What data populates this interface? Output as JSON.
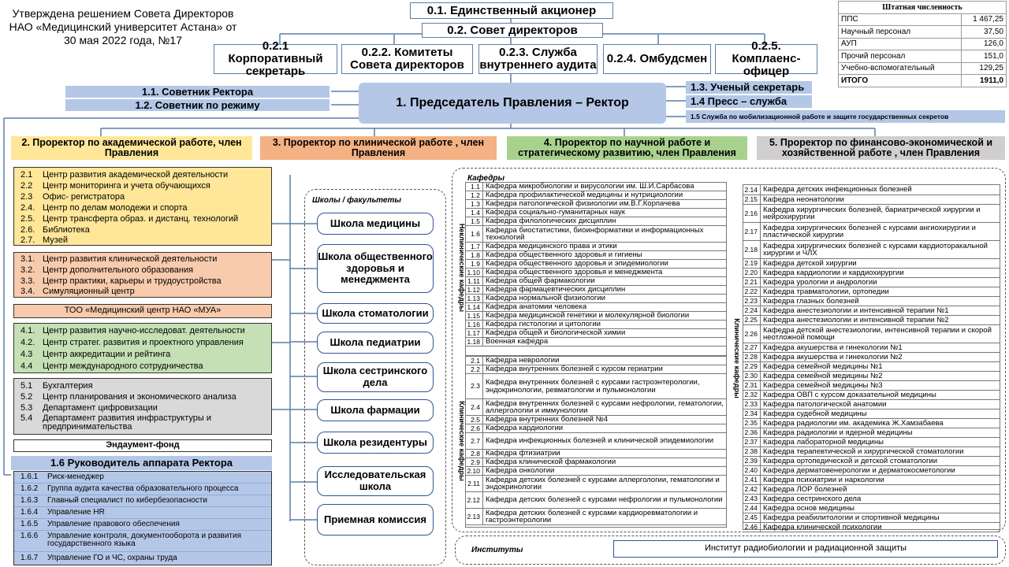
{
  "approval": [
    "Утверждена решением Совета Директоров",
    "НАО «Медицинский университет Астана» от",
    "30 мая 2022 года, №17"
  ],
  "top": {
    "shareholder": "0.1. Единственный акционер",
    "board": "0.2. Совет директоров",
    "subs": [
      "0.2.1 Корпоративный секретарь",
      "0.2.2. Комитеты Совета директоров",
      "0.2.3. Служба внутреннего аудита",
      "0.2.4. Омбудсмен",
      "0.2.5. Комплаенс-офицер"
    ]
  },
  "chair": "1. Председатель Правления – Ректор",
  "advisors": [
    "1.1. Советник Ректора",
    "1.2. Советник по режиму"
  ],
  "right_units": [
    "1.3. Ученый секретарь",
    "1.4 Пресс – служба",
    "1.5 Служба по мобилизационной работе и защите государственных секретов"
  ],
  "staff": {
    "title": "Штатная численность",
    "rows": [
      [
        "ППС",
        "1 467,25"
      ],
      [
        "Научный персонал",
        "37,50"
      ],
      [
        "АУП",
        "126,0"
      ],
      [
        "Прочий персонал",
        "151,0"
      ],
      [
        "Учебно-вспомогательный",
        "129,25"
      ],
      [
        "ИТОГО",
        "1911,0"
      ]
    ]
  },
  "vp": [
    "2. Проректор по академической работе, член Правления",
    "3. Проректор по клинической работе , член Правления",
    "4. Проректор по научной работе и стратегическому развитию, член Правления",
    "5. Проректор по финансово-экономической и хозяйственной работе , член Правления"
  ],
  "g2": [
    [
      "2.1",
      "Центр развития академической деятельности"
    ],
    [
      "2.2",
      "Центр мониторинга и учета обучающихся"
    ],
    [
      "2.3",
      "Офис- регистратора"
    ],
    [
      "2.4.",
      "Центр по делам молодежи и спорта"
    ],
    [
      "2.5.",
      "Центр трансферта образ. и дистанц. технологий"
    ],
    [
      "2.6.",
      "Библиотека"
    ],
    [
      "2.7.",
      "Музей"
    ]
  ],
  "g3": [
    [
      "3.1.",
      "Центр развития клинической деятельности"
    ],
    [
      "3.2.",
      "Центр дополнительного образования"
    ],
    [
      "3.3.",
      "Центр практики, карьеры и трудоустройства"
    ],
    [
      "3.4.",
      "Симуляционный центр"
    ]
  ],
  "too": "ТОО «Медицинский центр НАО «МУА»",
  "g4": [
    [
      "4.1.",
      "Центр развития научно-исследоват. деятельности"
    ],
    [
      "4.2.",
      "Центр стратег. развития и проектного управления"
    ],
    [
      "4.3",
      "Центр аккредитации и рейтинга"
    ],
    [
      "4.4",
      "Центр международного сотрудничества"
    ]
  ],
  "g5": [
    [
      "5.1",
      "Бухгалтерия"
    ],
    [
      "5.2",
      "Центр планирования и экономического анализа"
    ],
    [
      "5.3",
      "Департамент цифровизации"
    ],
    [
      "5.4",
      "Департамент развития инфраструктуры и предпринимательства"
    ]
  ],
  "endowment": "Эндаумент-фонд",
  "g16title": "1.6 Руководитель аппарата Ректора",
  "g16": [
    [
      "1.6.1",
      "Риск-менеджер"
    ],
    [
      "1.6.2",
      "Группа аудита качества образовательного процесса"
    ],
    [
      "1.6.3",
      "Главный специалист по кибербезопасности"
    ],
    [
      "1.6.4",
      "Управление HR"
    ],
    [
      "1.6.5",
      "Управление правового обеспечения"
    ],
    [
      "1.6.6",
      "Управление контроля, документооборота и развития государственного языка"
    ],
    [
      "1.6.7",
      "Управление ГО и ЧС, охраны труда"
    ]
  ],
  "schools_title": "Школы / факультеты",
  "schools": [
    "Школа медицины",
    "Школа общественного здоровья и менеджмента",
    "Школа стоматологии",
    "Школа педиатрии",
    "Школа сестринского дела",
    "Школа фармации",
    "Школа резидентуры",
    "Исследовательская школа",
    "Приемная комиссия"
  ],
  "kafedry_title": "Кафедры",
  "nonclinical_label": "Неклинические кафедры",
  "clinical_label": "Клинические кафедры",
  "clinical_label2": "Клинические кафедры",
  "dept1": [
    [
      "1.1",
      "Кафедра микробиологии и вирусологии им. Ш.И.Сарбасова"
    ],
    [
      "1.2",
      "Кафедра профилактической медицины и нутрициологии"
    ],
    [
      "1.3",
      "Кафедра патологической физиологии им.В.Г.Корпачева"
    ],
    [
      "1.4",
      "Кафедра социально-гуманитарных наук"
    ],
    [
      "1.5",
      "Кафедра филологических дисциплин"
    ],
    [
      "1.6",
      "Кафедра биостатистики, биоинформатики и информационных технологий"
    ],
    [
      "1.7",
      "Кафедра медицинского права и этики"
    ],
    [
      "1.8",
      "Кафедра общественного здоровья и гигиены"
    ],
    [
      "1.9",
      "Кафедра общественного здоровья и эпидемиологии"
    ],
    [
      "1.10",
      "Кафедра общественного здоровья и менеджмента"
    ],
    [
      "1.11",
      "Кафедра общей фармакологии"
    ],
    [
      "1.12",
      "Кафедра фармацевтических дисциплин"
    ],
    [
      "1.13",
      "Кафедра нормальной физиологии"
    ],
    [
      "1.14",
      "Кафедра анатомии человека"
    ],
    [
      "1.15",
      "Кафедра медицинской генетики и молекулярной биологии"
    ],
    [
      "1.16",
      "Кафедра гистологии и цитологии"
    ],
    [
      "1.17",
      "Кафедра общей и биологической химии"
    ],
    [
      "1.18",
      "Военная кафедра"
    ]
  ],
  "dept2": [
    [
      "2.1",
      "Кафедра неврологии"
    ],
    [
      "2.2",
      "Кафедра внутренних болезней с курсом гериатрии"
    ],
    [
      "2.3",
      "Кафедра внутренних болезней  с курсами гастроэнтерологии, эндокринологии, ревматологии и пульмонологии"
    ],
    [
      "2.4",
      "Кафедра внутренних болезней с курсами нефрологии, гематологии, аллергологии и иммунологии"
    ],
    [
      "2.5",
      "Кафедра внутренних болезней №4"
    ],
    [
      "2.6",
      "Кафедра кардиологии"
    ],
    [
      "2.7",
      "Кафедра инфекционных болезней и клинической эпидемиологии"
    ],
    [
      "2.8",
      "Кафедра фтизиатрии"
    ],
    [
      "2.9",
      "Кафедра клинической фармакологии"
    ],
    [
      "2.10",
      "Кафедра онкологии"
    ],
    [
      "2.11",
      "Кафедра детских болезней с курсами аллергологии, гематологии и эндокринологии"
    ],
    [
      "2.12",
      "Кафедра детских болезней с курсами нефрологии и пульмонологии"
    ],
    [
      "2.13",
      "Кафедра детских болезней с курсами кардиоревматологии и гастроэнтерологии"
    ]
  ],
  "dept3": [
    [
      "2.14",
      "Кафедра детских инфекционных болезней"
    ],
    [
      "2.15",
      "Кафедра неонатологии"
    ],
    [
      "2.16",
      "Кафедра хирургических болезней, бариатрической хирургии и нейрохирургии"
    ],
    [
      "2.17",
      "Кафедра хирургических болезней с курсами ангиохирургии и пластической хирургии"
    ],
    [
      "2.18",
      "Кафедра хирургических болезней с курсами кардиоторакальной хирургии и ЧЛХ"
    ],
    [
      "2.19",
      "Кафедра детской хирургии"
    ],
    [
      "2.20",
      "Кафедра кардиологии и кардиохирургии"
    ],
    [
      "2.21",
      "Кафедра урологии и андрологии"
    ],
    [
      "2.22",
      "Кафедра травматологии, ортопедии"
    ],
    [
      "2.23",
      "Кафедра глазных болезней"
    ],
    [
      "2.24",
      "Кафедра анестезиологии и интенсивной терапии №1"
    ],
    [
      "2.25",
      "Кафедра анестезиологии и интенсивной терапии №2"
    ],
    [
      "2.26",
      "Кафедра детской анестезиологии, интенсивной терапии и скорой неотложной помощи"
    ],
    [
      "2.27",
      "Кафедра акушерства и гинекологии №1"
    ],
    [
      "2.28",
      "Кафедра акушерства и гинекологии №2"
    ],
    [
      "2.29",
      "Кафедра семейной медицины №1"
    ],
    [
      "2.30",
      "Кафедра семейной медицины №2"
    ],
    [
      "2.31",
      "Кафедра семейной медицины №3"
    ],
    [
      "2.32",
      "Кафедра ОВП с курсом доказательной медицины"
    ],
    [
      "2.33",
      "Кафедра патологической анатомии"
    ],
    [
      "2.34",
      "Кафедра судебной медицины"
    ],
    [
      "2.35",
      "Кафедра радиологии им. академика Ж.Хамзабаева"
    ],
    [
      "2.36",
      "Кафедра радиологии и ядерной медицины"
    ],
    [
      "2.37",
      "Кафедра лабораторной медицины"
    ],
    [
      "2.38",
      "Кафедра терапевтической и хирургической стоматологии"
    ],
    [
      "2.39",
      "Кафедра ортопедической и детской стоматологии"
    ],
    [
      "2.40",
      "Кафедра дерматовенерологии и дерматокосметологии"
    ],
    [
      "2.41",
      "Кафедра психиатрии и наркологии"
    ],
    [
      "2.42",
      "Кафедра ЛОР болезней"
    ],
    [
      "2.43",
      "Кафедра сестринского дела"
    ],
    [
      "2.44",
      "Кафедра основ медицины"
    ],
    [
      "2.45",
      "Кафедра реабилитологии и спортивной медицины"
    ],
    [
      "2.46",
      "Кафедра клинической психологии"
    ]
  ],
  "institutes_title": "Институты",
  "institute": "Институт радиобиологии и радиационной защиты"
}
